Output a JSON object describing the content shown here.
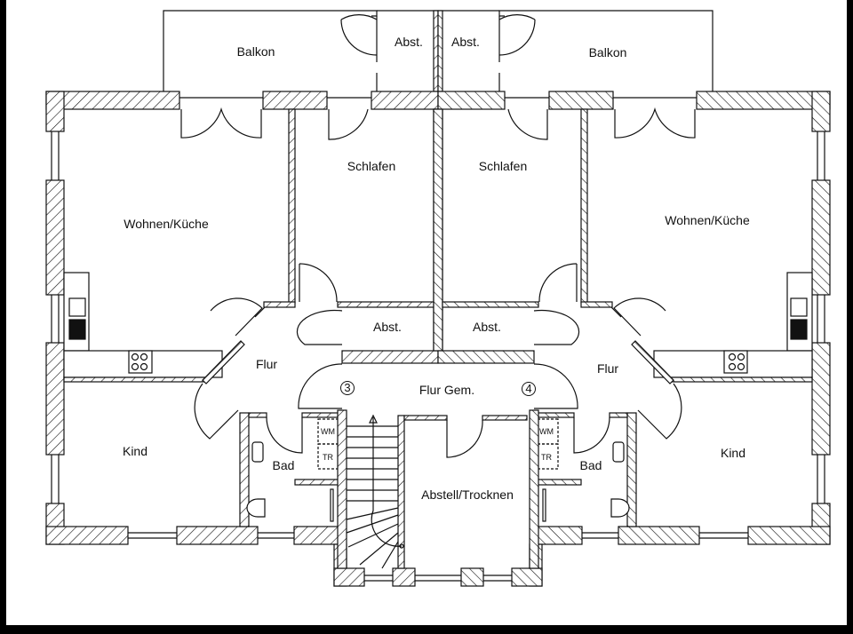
{
  "rooms": {
    "balkon_left": "Balkon",
    "abst_top_left": "Abst.",
    "abst_top_right": "Abst.",
    "balkon_right": "Balkon",
    "schlafen_left": "Schlafen",
    "schlafen_right": "Schlafen",
    "wohnen_left": "Wohnen/Küche",
    "wohnen_right": "Wohnen/Küche",
    "abst_mid_left": "Abst.",
    "abst_mid_right": "Abst.",
    "flur_left": "Flur",
    "flur_right": "Flur",
    "flur_gem": "Flur Gem.",
    "unit_left": "3",
    "unit_right": "4",
    "wm_left": "WM",
    "wm_right": "WM",
    "tr_left": "TR",
    "tr_right": "TR",
    "bad_left": "Bad",
    "bad_right": "Bad",
    "kind_left": "Kind",
    "kind_right": "Kind",
    "abstell": "Abstell/Trocknen"
  },
  "colors": {
    "line": "#111111",
    "background": "#ffffff",
    "frame": "#000000"
  }
}
